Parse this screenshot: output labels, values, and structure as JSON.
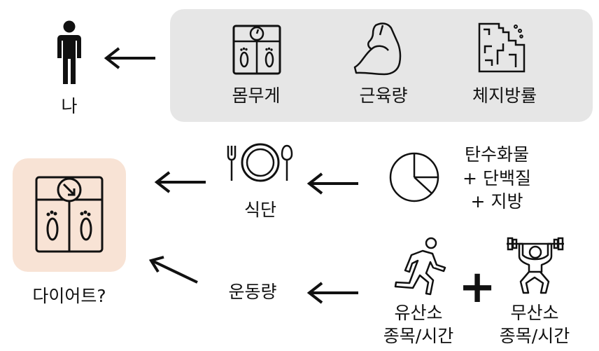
{
  "labels": {
    "me": "나",
    "weight": "몸무게",
    "muscle": "근육량",
    "body_fat": "체지방률",
    "macros_line1": "탄수화물",
    "macros_line2": "+ 단백질",
    "macros_line3": "+ 지방",
    "diet": "식단",
    "exercise_amount": "운동량",
    "diet_goal": "다이어트?",
    "aerobic_line1": "유산소",
    "aerobic_line2": "종목/시간",
    "anaerobic_line1": "무산소",
    "anaerobic_line2": "종목/시간",
    "plus": "+"
  },
  "colors": {
    "grey_panel": "#e6e6e6",
    "peach_panel": "#f8e3d5",
    "stroke": "#111111"
  },
  "icons": [
    "person-icon",
    "scale-icon",
    "flexed-arm-icon",
    "fat-tissue-icon",
    "plate-utensils-icon",
    "pie-chart-icon",
    "scale-down-icon",
    "runner-icon",
    "weightlifter-icon"
  ]
}
